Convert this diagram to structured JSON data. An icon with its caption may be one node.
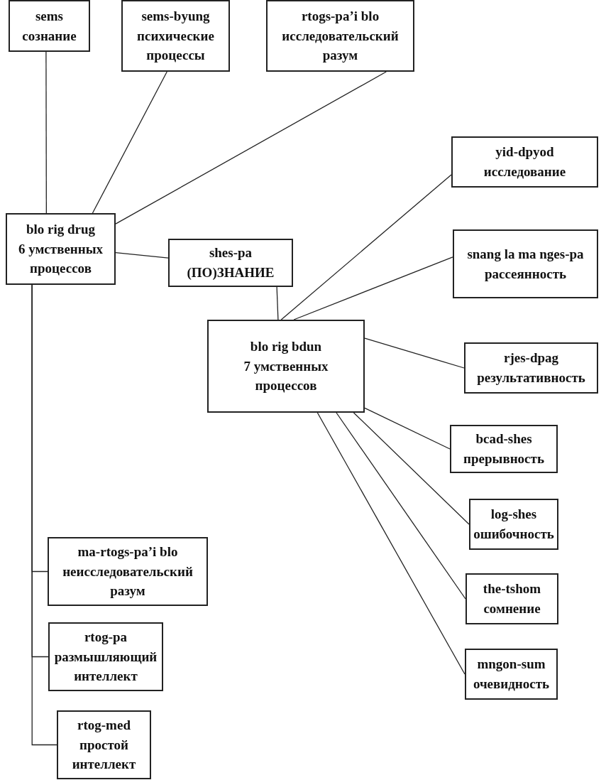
{
  "diagram": {
    "nodes": [
      {
        "text": [
          "sems",
          "сознание"
        ]
      },
      {
        "text": [
          "sems-byung",
          "психические процессы"
        ]
      },
      {
        "text": [
          "rtogs-pa’i blo",
          "исследовательский разум"
        ]
      },
      {
        "text": [
          "yid-dpyod",
          "исследование"
        ]
      },
      {
        "text": [
          "blo rig drug",
          "6 умственных процессов"
        ]
      },
      {
        "text": [
          "shes-pa",
          "(ПО)ЗНАНИЕ"
        ]
      },
      {
        "text": [
          "snang la ma nges-pa",
          "рассеянность"
        ]
      },
      {
        "text": [
          "blo rig bdun",
          "7 умственных процессов"
        ]
      },
      {
        "text": [
          "rjes-dpag",
          "результативность"
        ]
      },
      {
        "text": [
          "bcad-shes",
          "прерывность"
        ]
      },
      {
        "text": [
          "log-shes",
          "ошибочность"
        ]
      },
      {
        "text": [
          "the-tshom",
          "сомнение"
        ]
      },
      {
        "text": [
          "mngon-sum",
          "очевидность"
        ]
      },
      {
        "text": [
          "ma-rtogs-pa’i blo",
          "неисследовательский разум"
        ]
      },
      {
        "text": [
          "rtog-pa",
          "размышляющий интеллект"
        ]
      },
      {
        "text": [
          "rtog-med",
          "простой интеллект"
        ]
      }
    ],
    "edges": [
      {
        "from": 0,
        "to": 4,
        "arrow": "none"
      },
      {
        "from": 1,
        "to": 4,
        "arrow": "none"
      },
      {
        "from": 2,
        "to": 4,
        "arrow": "none"
      },
      {
        "from": 4,
        "to": 5,
        "arrow": "none"
      },
      {
        "from": 5,
        "to": 7,
        "arrow": "none"
      },
      {
        "from": 7,
        "to": 3,
        "arrow": "none"
      },
      {
        "from": 7,
        "to": 6,
        "arrow": "none"
      },
      {
        "from": 7,
        "to": 8,
        "arrow": "none"
      },
      {
        "from": 7,
        "to": 9,
        "arrow": "none"
      },
      {
        "from": 7,
        "to": 10,
        "arrow": "none"
      },
      {
        "from": 7,
        "to": 11,
        "arrow": "none"
      },
      {
        "from": 7,
        "to": 12,
        "arrow": "none"
      },
      {
        "from": 4,
        "to": 13,
        "arrow": "none"
      },
      {
        "from": 4,
        "to": 14,
        "arrow": "none"
      },
      {
        "from": 4,
        "to": 15,
        "arrow": "none"
      }
    ]
  }
}
